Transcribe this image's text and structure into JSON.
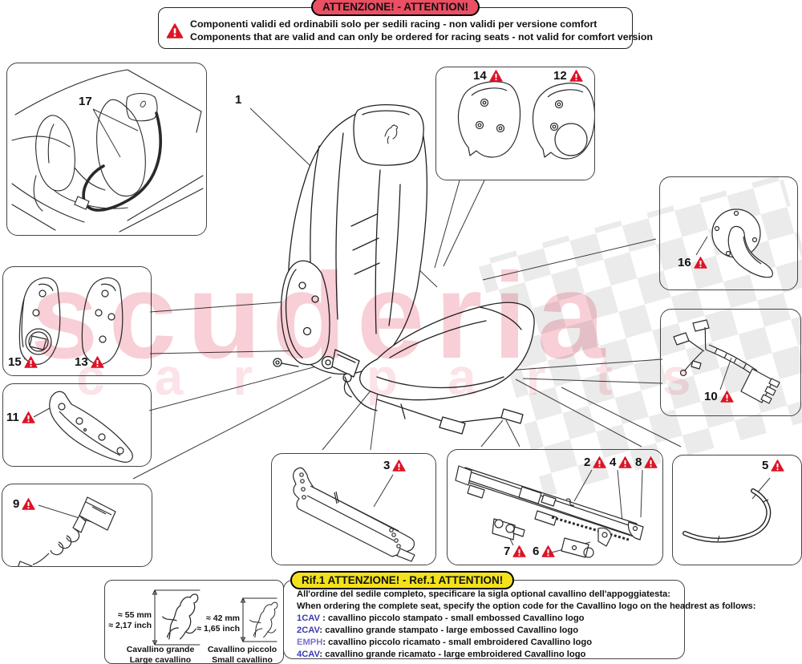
{
  "banner": {
    "pill": "ATTENZIONE! - ATTENTION!",
    "line_it": "Componenti validi ed ordinabili solo per sedili racing - non validi per versione comfort",
    "line_en": "Components that are valid and can only be ordered for racing seats - not valid for comfort version"
  },
  "note": {
    "pill": "Rif.1 ATTENZIONE! - Ref.1 ATTENTION!",
    "line_it": "All'ordine del sedile completo, specificare la sigla optional cavallino dell'appoggiatesta:",
    "line_en": "When ordering the complete seat, specify the option code for the Cavallino logo on the headrest as follows:",
    "options": [
      {
        "code": "1CAV",
        "desc": " : cavallino piccolo stampato - small embossed Cavallino logo"
      },
      {
        "code": "2CAV",
        "desc": ": cavallino grande stampato - large embossed Cavallino logo"
      },
      {
        "code": "EMPH",
        "desc": ": cavallino piccolo ricamato - small embroidered Cavallino logo"
      },
      {
        "code": "4CAV",
        "desc": ": cavallino grande ricamato - large embroidered Cavallino logo"
      }
    ]
  },
  "sizes": {
    "large": {
      "mm": "≈ 55 mm",
      "inch": "≈ 2,17 inch",
      "caption_it": "Cavallino grande",
      "caption_en": "Large cavallino"
    },
    "small": {
      "mm": "≈ 42 mm",
      "inch": "≈ 1,65 inch",
      "caption_it": "Cavallino piccolo",
      "caption_en": "Small cavallino"
    }
  },
  "callouts": {
    "p1": "1",
    "p2": "2",
    "p3": "3",
    "p4": "4",
    "p5": "5",
    "p6": "6",
    "p7": "7",
    "p8": "8",
    "p9": "9",
    "p10": "10",
    "p11": "11",
    "p12": "12",
    "p13": "13",
    "p14": "14",
    "p15": "15",
    "p16": "16",
    "p17": "17"
  },
  "watermark": {
    "brand": "scuderia",
    "sub": "car parts"
  },
  "icons": {
    "warning_triangle": "red triangle with white exclamation mark",
    "cavallino": "prancing horse emblem"
  },
  "colors": {
    "accent_red": "#dd1326",
    "pill_red": "#ea4f63",
    "accent_yellow": "#f3e11c",
    "code_blue": "#3a3aae",
    "code_purple": "#7b72cc",
    "watermark_pink": "#e34d67",
    "checker_gray": "#ebebeb",
    "line_art": "#2a2a2a"
  }
}
